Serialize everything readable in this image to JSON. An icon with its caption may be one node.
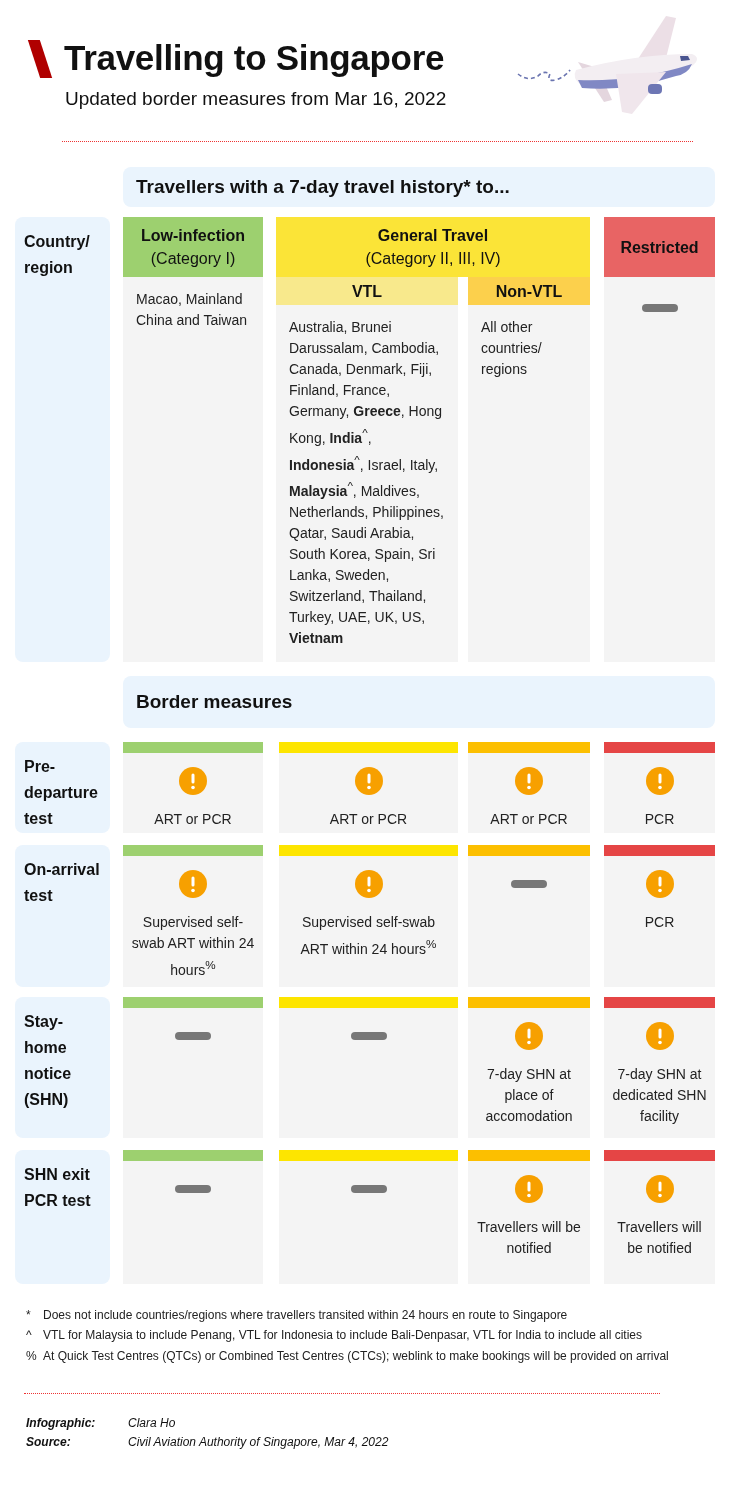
{
  "diagram": {
    "title": "Travelling to Singapore",
    "nodes": [
      {
        "text": [
          "Travellers with a 7-day travel history* to..."
        ]
      },
      {
        "text": [
          "Country/ region"
        ]
      },
      {
        "text": [
          "Low-infection",
          "(Category I)"
        ]
      },
      {
        "text": [
          "General Travel",
          "(Category II, III, IV)"
        ]
      },
      {
        "text": [
          "Restricted"
        ]
      },
      {
        "text": [
          "VTL"
        ]
      },
      {
        "text": [
          "Non-VTL"
        ]
      },
      {
        "text": [
          "Macao, Mainland China and Taiwan"
        ]
      },
      {
        "text": [
          "Australia, Brunei Darussalam, Cambodia, Canada, Denmark, Fiji, Finland, France, Germany, **Greece**, Hong Kong, **India**$^{^}$, **Indonesia**$^{^}$, Israel, Italy, **Malaysia**$^{^}$, Maldives, Netherlands, Philippines, Qatar, Saudi Arabia, South Korea, Spain, Sri Lanka, Sweden, Switzerland, Thailand, Turkey, UAE, UK, US, **Vietnam**"
        ]
      },
      {
        "text": [
          "All other countries/ regions"
        ]
      },
      {
        "text": [],
        "shape": "box"
      },
      {
        "text": [
          "Border measures"
        ]
      },
      {
        "text": [
          "Pre-departure test"
        ]
      },
      {
        "text": [
          "ART or PCR"
        ]
      },
      {
        "text": [
          "ART or PCR"
        ]
      },
      {
        "text": [
          "ART or PCR"
        ]
      },
      {
        "text": [
          "PCR"
        ]
      },
      {
        "text": [
          "On-arrival test"
        ]
      },
      {
        "text": [
          "Supervised self-swab ART within 24 hours$^{%}$"
        ]
      },
      {
        "text": [
          "Supervised self-swab ART within 24 hours$^{%}$"
        ]
      },
      {
        "text": [],
        "shape": "box"
      },
      {
        "text": [
          "PCR"
        ]
      },
      {
        "text": [
          "Stay-home notice (SHN)"
        ]
      },
      {
        "text": [],
        "shape": "box"
      },
      {
        "text": [],
        "shape": "box"
      },
      {
        "text": [
          "7-day SHN at place of accomodation"
        ]
      },
      {
        "text": [
          "7-day SHN at dedicated SHN facility"
        ]
      },
      {
        "text": [
          "SHN exit PCR test"
        ]
      },
      {
        "text": [],
        "shape": "box"
      },
      {
        "text": [],
        "shape": "box"
      },
      {
        "text": [
          "Travellers will be notified"
        ]
      },
      {
        "text": [
          "Travellers will be notified"
        ]
      }
    ],
    "labels": [
      "Updated border measures from Mar 16, 2022",
      "*",
      "Does not include countries/regions where travellers transited within 24 hours en route to Singapore",
      "^",
      "VTL for Malaysia to include Penang, VTL for Indonesia to include Bali-Denpasar, VTL for India to include all cities",
      "%",
      "At Quick Test Centres (QTCs) or Combined Test Centres (CTCs); weblink to make bookings will be provided on arrival",
      "Infographic:",
      "Clara Ho",
      "Source:",
      "Civil Aviation Authority of Singapore, Mar 4, 2022"
    ]
  }
}
